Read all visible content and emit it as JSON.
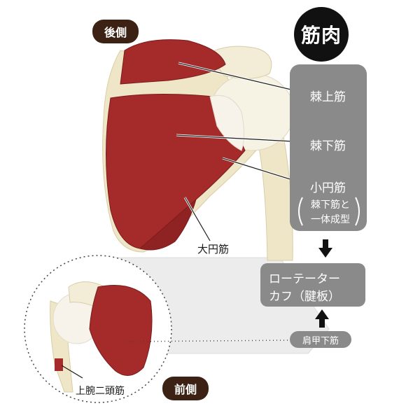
{
  "labels": {
    "back_view": "後側",
    "front_view": "前側",
    "muscle_badge": "筋肉",
    "supraspinatus": "棘上筋",
    "infraspinatus": "棘下筋",
    "teres_minor": "小円筋",
    "teres_minor_note_line1": "棘下筋と",
    "teres_minor_note_line2": "一体成型",
    "rotator_cuff_line1": "ローテーター",
    "rotator_cuff_line2": "カフ（腱板）",
    "subscapularis": "肩甲下筋",
    "teres_major": "大円筋",
    "biceps": "上腕二頭筋"
  },
  "colors": {
    "muscle": "#a52a2a",
    "bone": "#f1ead2",
    "panel_gray": "#8a8a8a",
    "dark_brown": "#3c2214"
  }
}
